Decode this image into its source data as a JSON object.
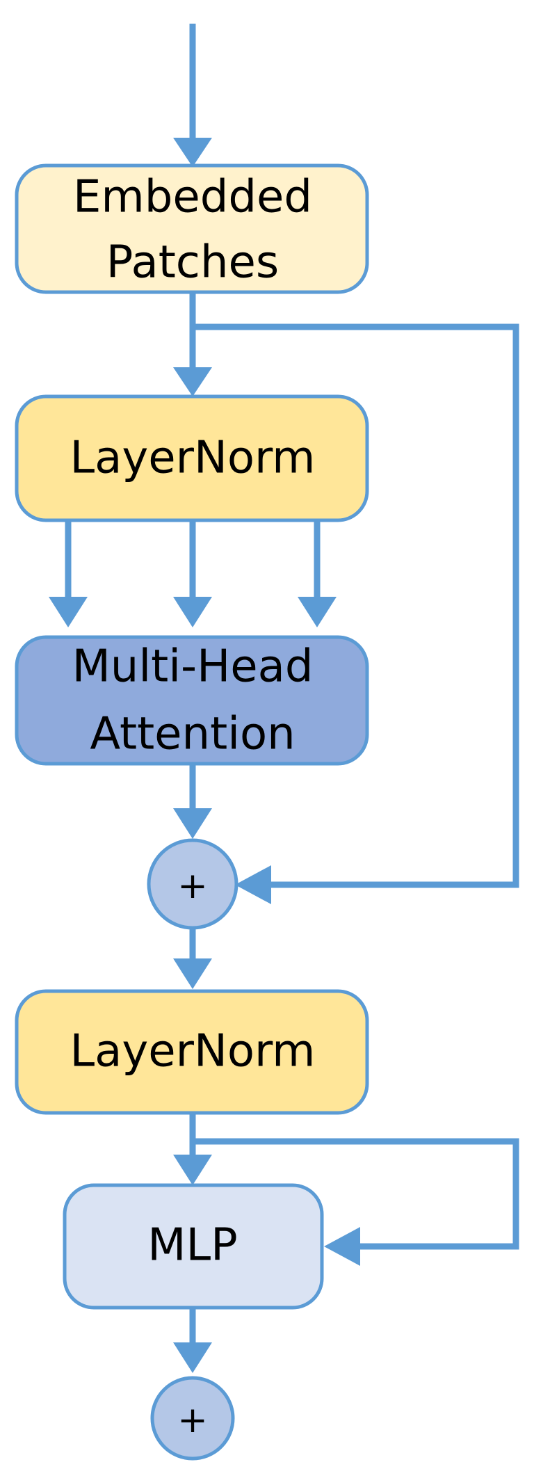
{
  "diagram": {
    "colors": {
      "stroke": "#5b9bd5",
      "embedded_fill": "#fff2cc",
      "layernorm_fill": "#ffe699",
      "attention_fill": "#8faadc",
      "mlp_fill": "#dae3f3",
      "add_fill": "#b4c7e7"
    },
    "nodes": {
      "embedded_patches": {
        "line1": "Embedded",
        "line2": "Patches"
      },
      "layernorm_1": {
        "label": "LayerNorm"
      },
      "attention": {
        "line1": "Multi-Head",
        "line2": "Attention"
      },
      "add_1": {
        "label": "+"
      },
      "layernorm_2": {
        "label": "LayerNorm"
      },
      "mlp": {
        "label": "MLP"
      },
      "add_2": {
        "label": "+"
      }
    }
  }
}
